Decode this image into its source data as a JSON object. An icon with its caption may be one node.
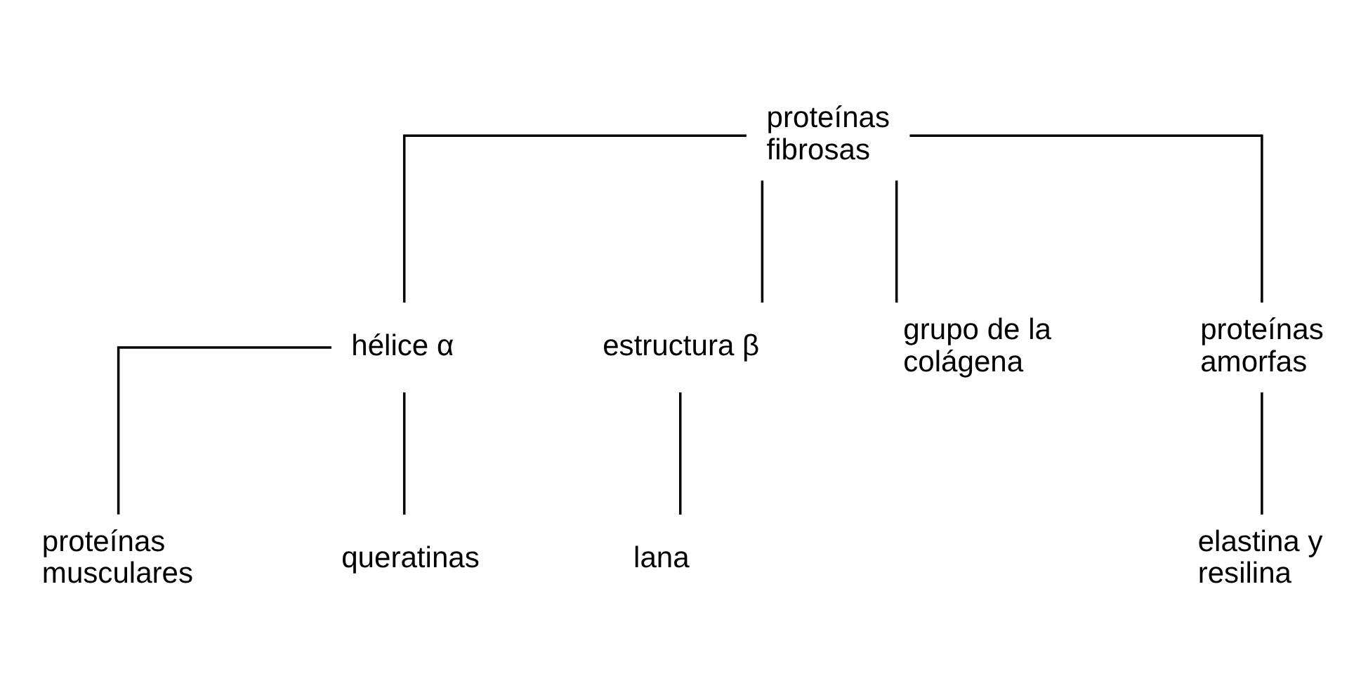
{
  "diagram": {
    "nodes": [
      {
        "text": [
          "proteínas fibrosas"
        ]
      },
      {
        "text": [
          "hélice α"
        ]
      },
      {
        "text": [
          "estructura β"
        ]
      },
      {
        "text": [
          "grupo de la colágena"
        ]
      },
      {
        "text": [
          "proteínas amorfas"
        ]
      },
      {
        "text": [
          "proteínas musculares"
        ]
      },
      {
        "text": [
          "queratinas"
        ]
      },
      {
        "text": [
          "lana"
        ]
      },
      {
        "text": [
          "elastina y resilina"
        ]
      }
    ],
    "edges": [
      {
        "from": 0,
        "to": 1,
        "arrow": "none"
      },
      {
        "from": 0,
        "to": 2,
        "arrow": "none"
      },
      {
        "from": 0,
        "to": 3,
        "arrow": "none"
      },
      {
        "from": 0,
        "to": 4,
        "arrow": "none"
      },
      {
        "from": 1,
        "to": 5,
        "arrow": "none"
      },
      {
        "from": 1,
        "to": 6,
        "arrow": "none"
      },
      {
        "from": 2,
        "to": 7,
        "arrow": "none"
      },
      {
        "from": 4,
        "to": 8,
        "arrow": "none"
      }
    ]
  }
}
